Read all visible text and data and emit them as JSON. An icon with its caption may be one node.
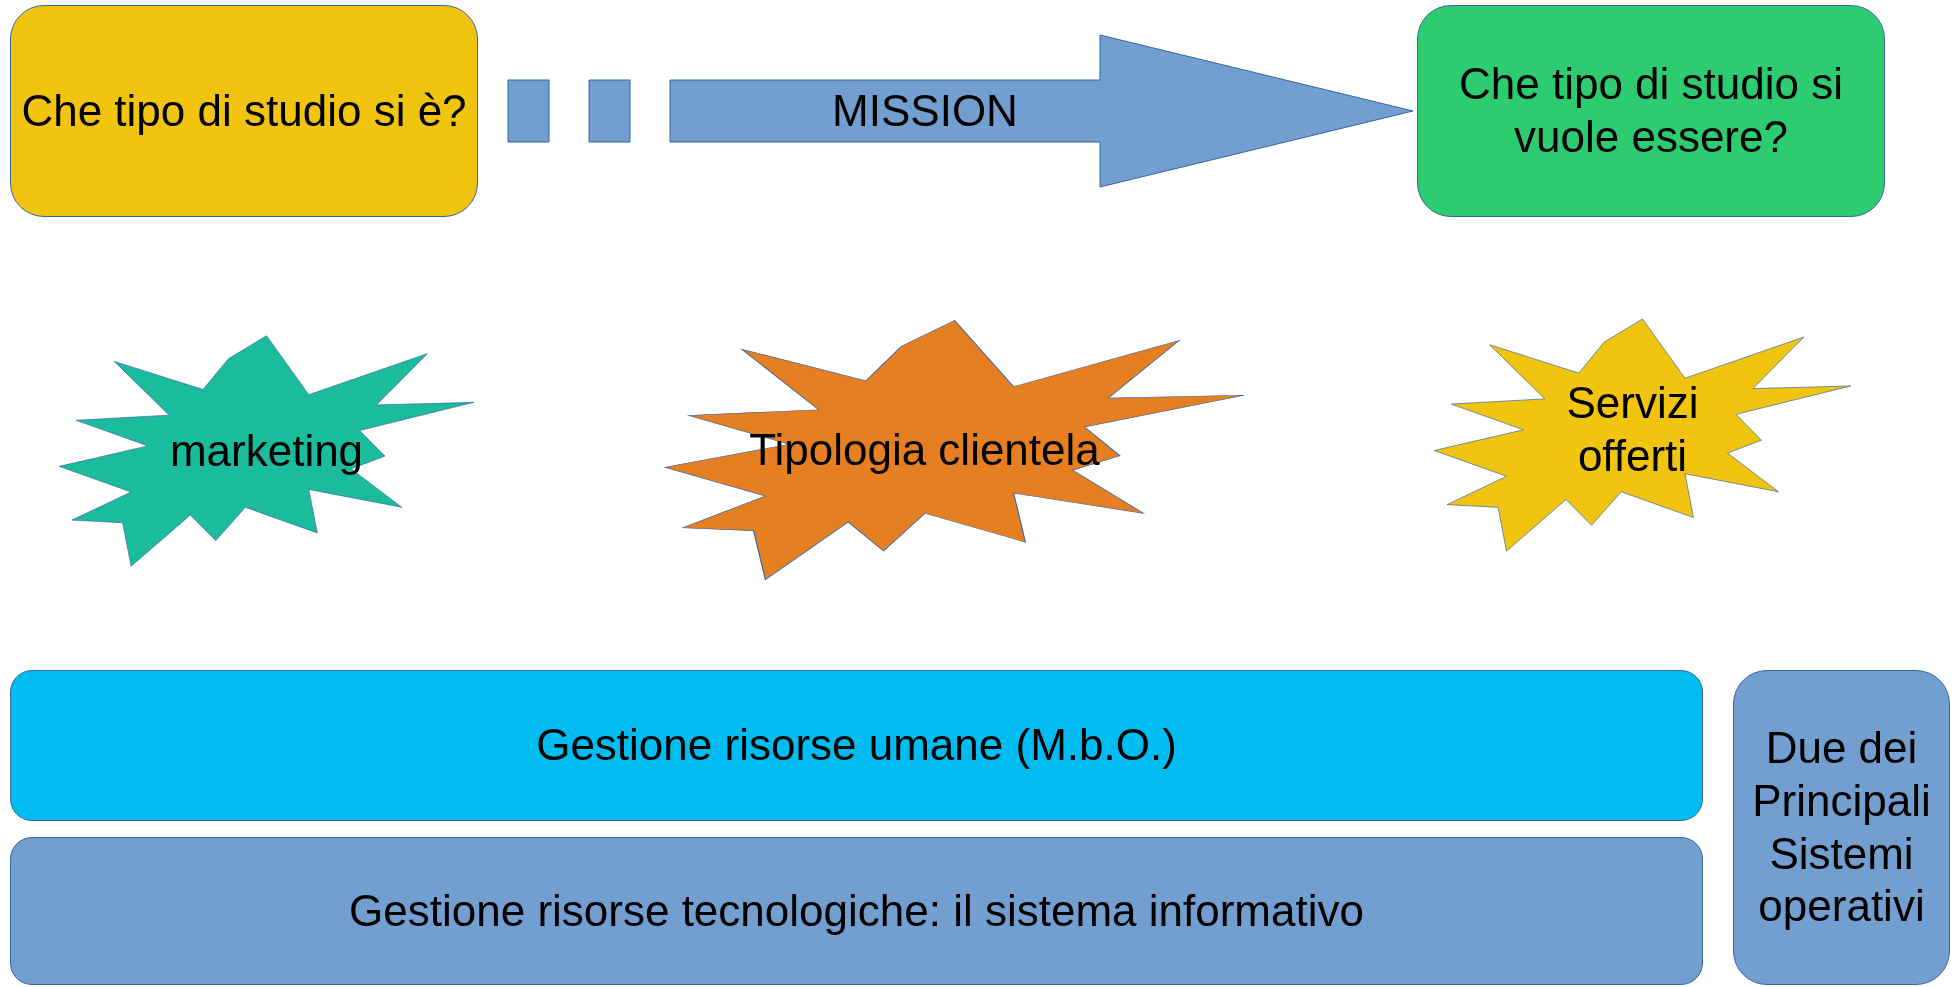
{
  "diagram": {
    "nodes": [
      {
        "text": [
          "Che tipo di studio si è?"
        ]
      },
      {
        "text": [
          "Che tipo di studio si vuole essere?"
        ]
      },
      {
        "text": [
          "marketing"
        ]
      },
      {
        "text": [
          "Tipologia clientela"
        ]
      },
      {
        "text": [
          "Servizi offerti"
        ]
      },
      {
        "text": [
          "Gestione risorse umane (M.b.O.)"
        ]
      },
      {
        "text": [
          "Gestione risorse tecnologiche: il sistema informativo"
        ]
      },
      {
        "text": [
          "Due dei Principali Sistemi operativi"
        ]
      }
    ],
    "edges": [
      {
        "from": 0,
        "to": 1,
        "arrow": "to",
        "label": "MISSION",
        "style": "dashed",
        "color": "#729fcf"
      }
    ]
  }
}
